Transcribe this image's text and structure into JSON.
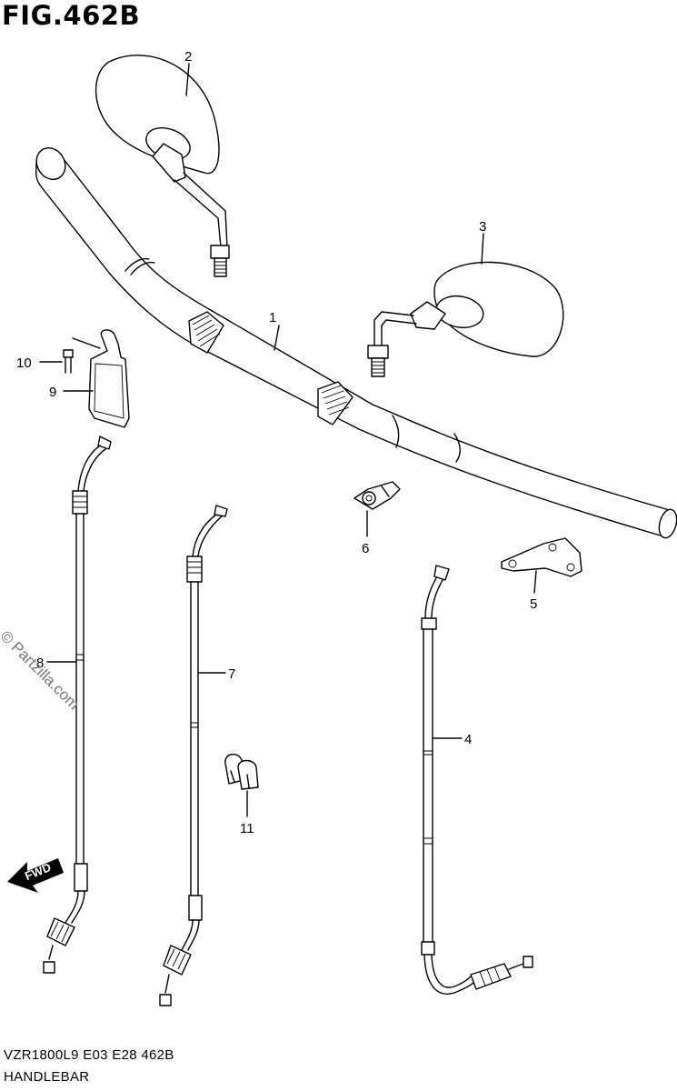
{
  "figure": {
    "title": "FIG.462B",
    "model_code": "VZR1800L9  E03  E28  462B",
    "section_name": "HANDLEBAR",
    "watermark": "© Partzilla.com",
    "fwd_label": "FWD"
  },
  "callouts": [
    {
      "id": "handlebar",
      "number": "1"
    },
    {
      "id": "mirror-left",
      "number": "2"
    },
    {
      "id": "mirror-right",
      "number": "3"
    },
    {
      "id": "clutch-cable",
      "number": "4"
    },
    {
      "id": "bracket",
      "number": "5"
    },
    {
      "id": "clamp",
      "number": "6"
    },
    {
      "id": "throttle-cable-return",
      "number": "7"
    },
    {
      "id": "throttle-cable-pull",
      "number": "8"
    },
    {
      "id": "tag-plate",
      "number": "9"
    },
    {
      "id": "screw",
      "number": "10"
    },
    {
      "id": "cable-clamp",
      "number": "11"
    }
  ]
}
